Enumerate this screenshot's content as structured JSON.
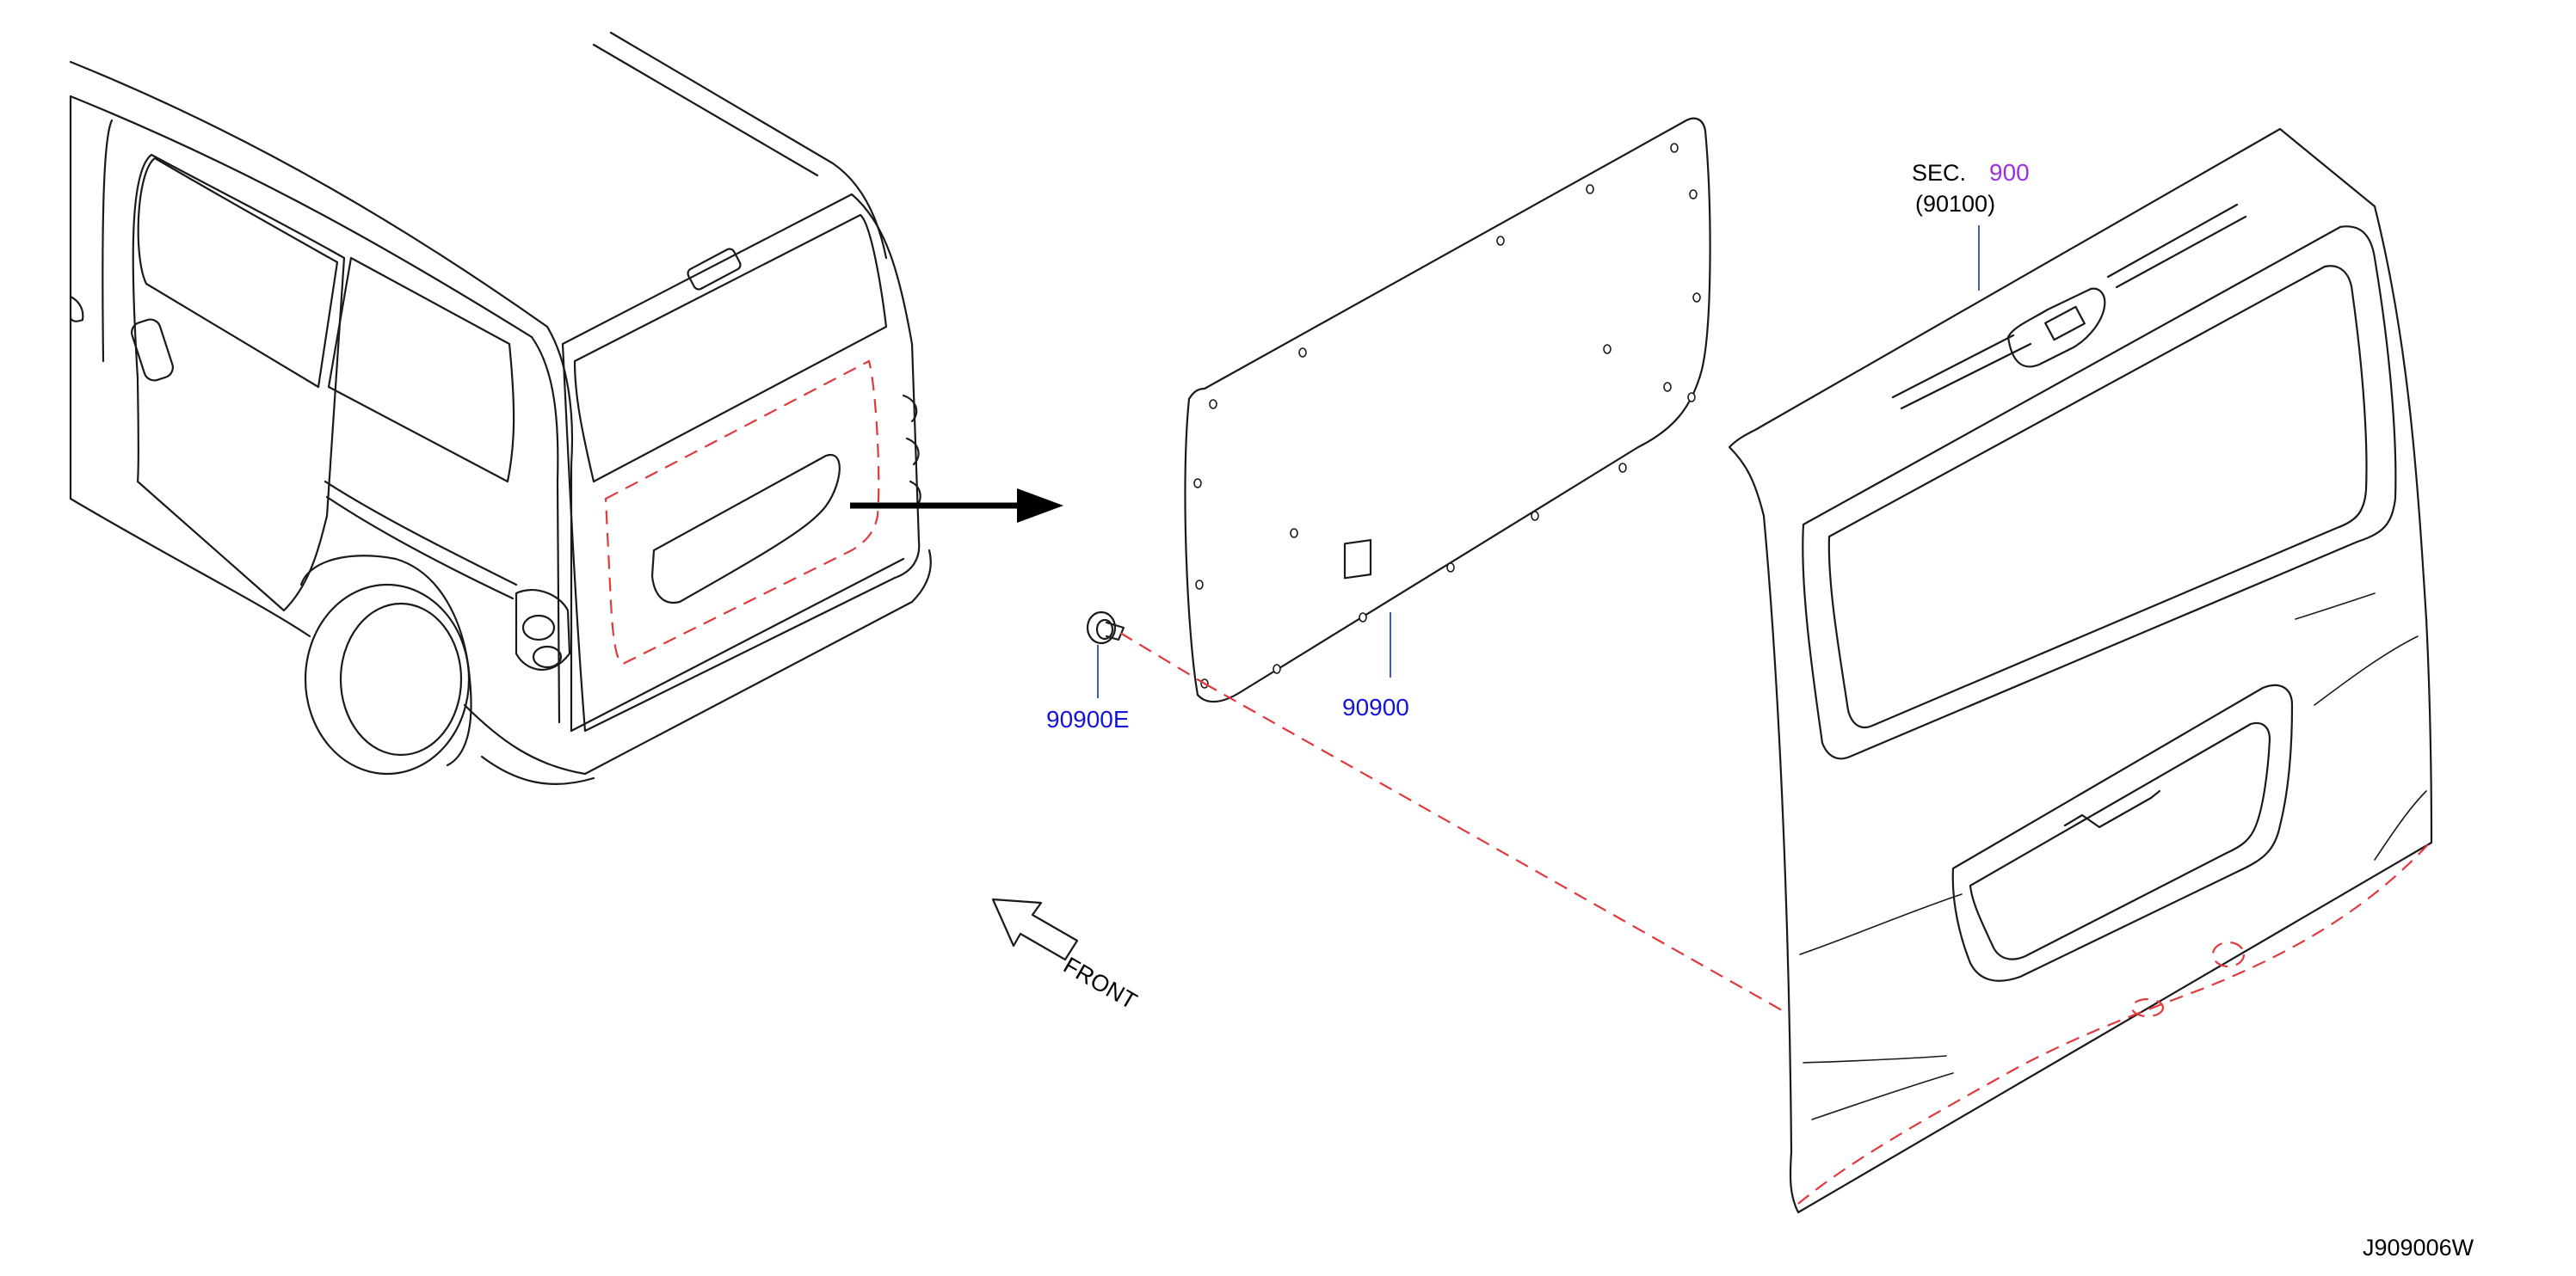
{
  "colors": {
    "line": "#1a1a1a",
    "part_label": "#1414d8",
    "section_ref": "#9b30e0",
    "leader_line": "#2d5fd0",
    "phantom_line": "#e0393e",
    "background": "#ffffff"
  },
  "section_reference": {
    "prefix": "SEC.",
    "number": "900",
    "sub": "(90100)"
  },
  "callouts": [
    {
      "id": "trim-panel",
      "label": "90900"
    },
    {
      "id": "clip",
      "label": "90900E"
    }
  ],
  "direction": {
    "label": "FRONT",
    "icon": "front-direction-arrow-icon"
  },
  "diagram_code": "J909006W"
}
